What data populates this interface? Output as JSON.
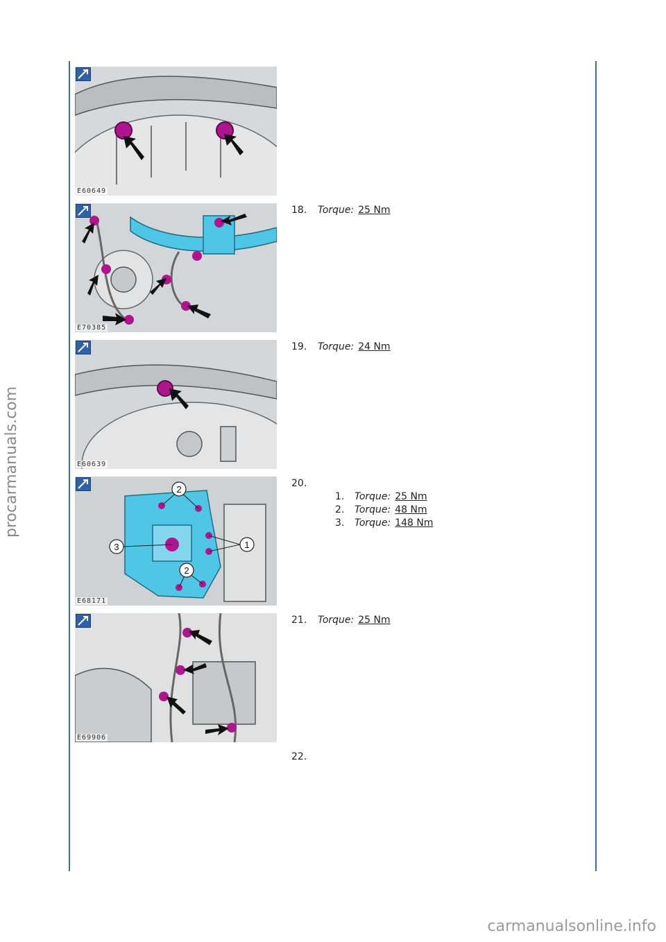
{
  "watermarks": {
    "side": "procarmanuals.com",
    "bottom": "carmanualsonline.info"
  },
  "figures": [
    {
      "id": "E60649"
    },
    {
      "id": "E70385"
    },
    {
      "id": "E60639"
    },
    {
      "id": "E68171",
      "callouts": [
        "1",
        "2",
        "2",
        "3"
      ]
    },
    {
      "id": "E69906"
    }
  ],
  "icons": {
    "zoom": "zoom-in-icon"
  },
  "steps": [
    {
      "number": "18.",
      "label": "Torque:",
      "value": "25 Nm"
    },
    {
      "number": "19.",
      "label": "Torque:",
      "value": "24 Nm"
    },
    {
      "number": "20.",
      "substeps": [
        {
          "number": "1.",
          "label": "Torque:",
          "value": "25 Nm"
        },
        {
          "number": "2.",
          "label": "Torque:",
          "value": "48 Nm"
        },
        {
          "number": "3.",
          "label": "Torque:",
          "value": "148 Nm"
        }
      ]
    },
    {
      "number": "21.",
      "label": "Torque:",
      "value": "25 Nm"
    },
    {
      "number": "22."
    }
  ],
  "colors": {
    "rule": "#3b6db5",
    "bolt": "#b0148f",
    "highlight_part": "#4fc6e6"
  }
}
